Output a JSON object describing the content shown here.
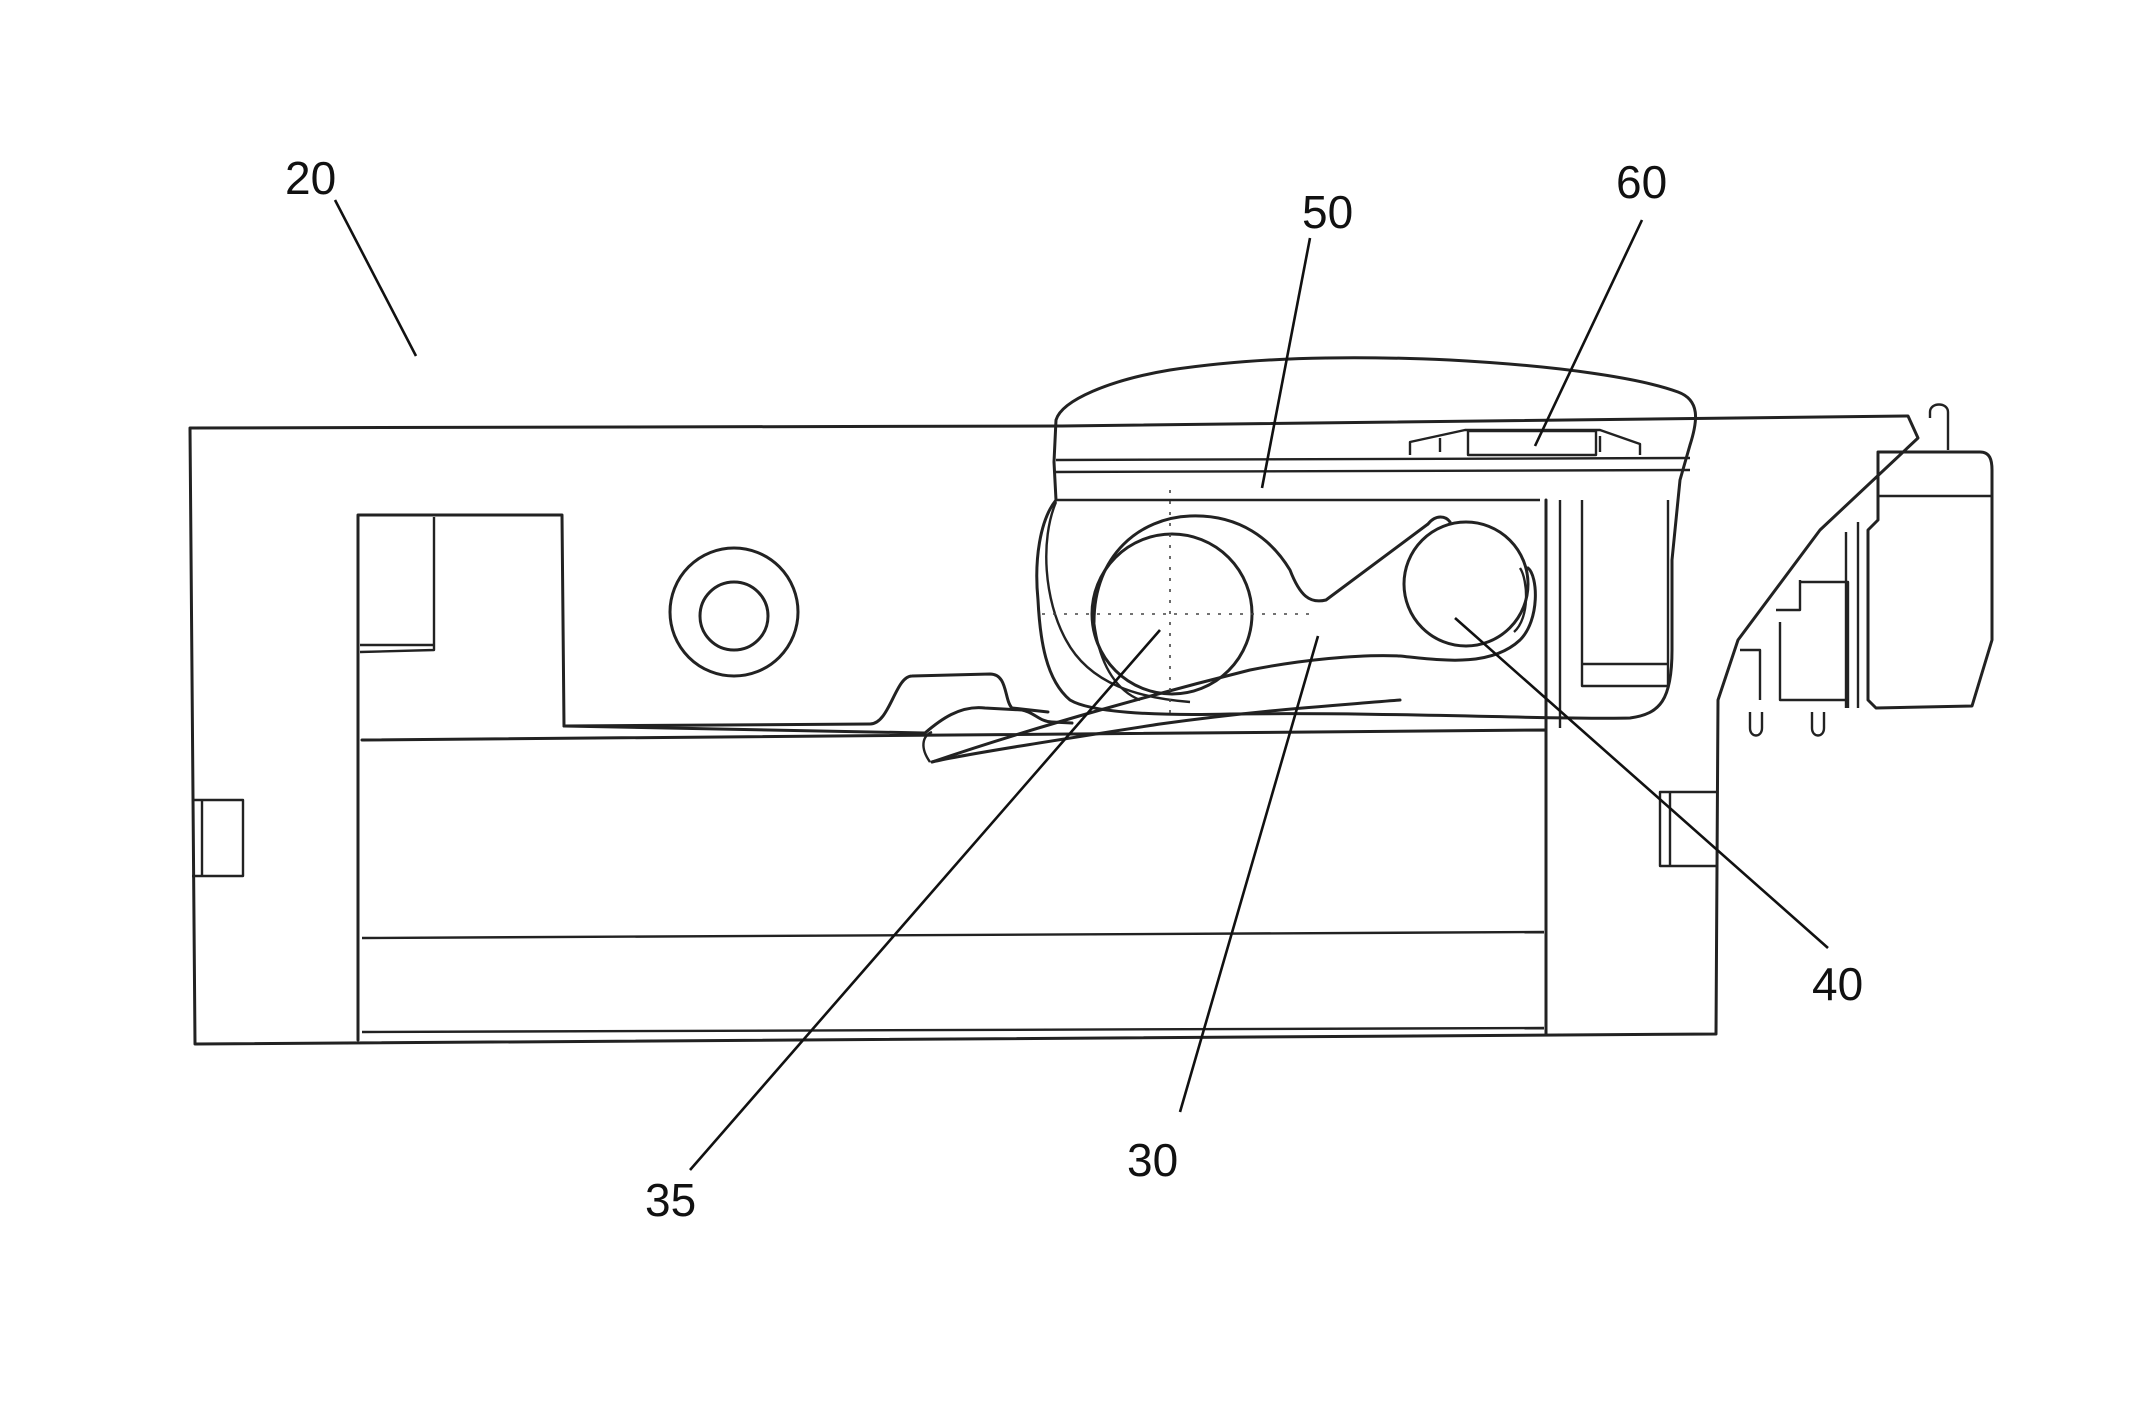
{
  "figure": {
    "reference_numerals": [
      {
        "id": "ref-20",
        "text": "20"
      },
      {
        "id": "ref-50",
        "text": "50"
      },
      {
        "id": "ref-60",
        "text": "60"
      },
      {
        "id": "ref-40",
        "text": "40"
      },
      {
        "id": "ref-35",
        "text": "35"
      },
      {
        "id": "ref-30",
        "text": "30"
      }
    ]
  }
}
